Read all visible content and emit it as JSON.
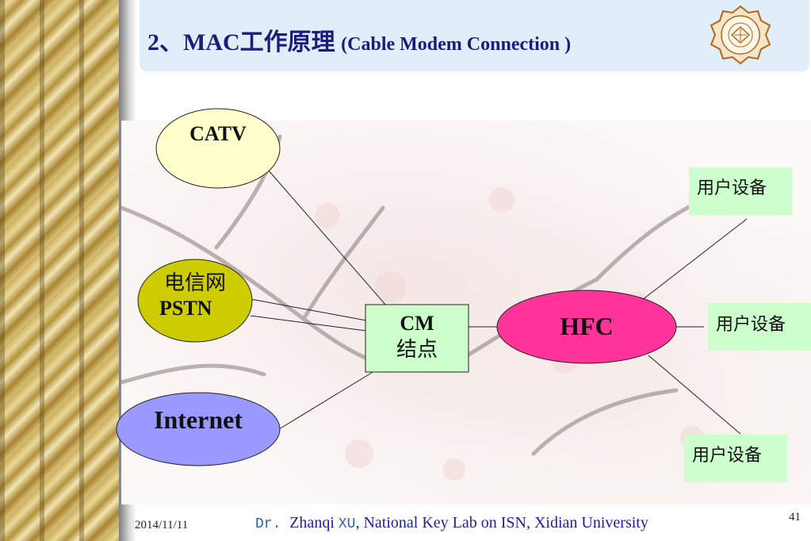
{
  "title": {
    "main": "2、MAC工作原理 ",
    "sub": "(Cable Modem Connection  )"
  },
  "nodes": {
    "catv": "CATV",
    "pstn_line1": "电信网",
    "pstn_line2": "PSTN",
    "internet": "Internet",
    "cm_line1": "CM",
    "cm_line2": "结点",
    "hfc": "HFC",
    "user_device_1": "用户设备",
    "user_device_2": "用户设备",
    "user_device_3": "用户设备"
  },
  "colors": {
    "catv": "#ffffcc",
    "pstn": "#cccc00",
    "internet": "#9999ff",
    "cm": "#ccffcc",
    "hfc": "#ff3399",
    "user_device": "#ccffcc"
  },
  "footer": {
    "date": "2014/11/11",
    "author_prefix": "Dr. ",
    "author_name": "Zhanqi ",
    "author_suffix": "XU",
    "affiliation": ", National Key Lab on ISN, Xidian University",
    "page": "41"
  },
  "logo": {
    "icon": "university-seal-icon"
  }
}
